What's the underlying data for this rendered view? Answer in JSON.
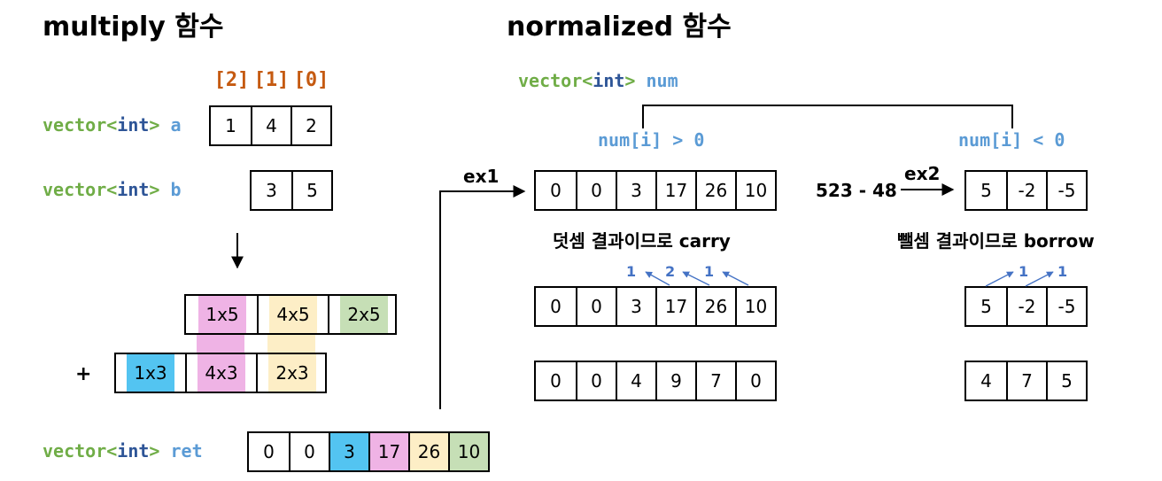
{
  "titles": {
    "left": "multiply 함수",
    "right": "normalized 함수"
  },
  "multiply": {
    "index_labels": [
      "[2]",
      "[1]",
      "[0]"
    ],
    "a": {
      "type": "vector",
      "lt": "<",
      "int": "int",
      "gt": ">",
      "name": "a",
      "values": [
        "1",
        "4",
        "2"
      ]
    },
    "b": {
      "type": "vector",
      "lt": "<",
      "int": "int",
      "gt": ">",
      "name": "b",
      "values": [
        "3",
        "5"
      ]
    },
    "row1": [
      "1x5",
      "4x5",
      "2x5"
    ],
    "row2": [
      "1x3",
      "4x3",
      "2x3"
    ],
    "plus": "+",
    "ret": {
      "type": "vector",
      "lt": "<",
      "int": "int",
      "gt": ">",
      "name": "ret",
      "values": [
        "0",
        "0",
        "3",
        "17",
        "26",
        "10"
      ]
    }
  },
  "normalized": {
    "num_label": {
      "type": "vector",
      "lt": "<",
      "int": "int",
      "gt": ">",
      "name": "num"
    },
    "branch_pos": "num[i] > 0",
    "branch_neg": "num[i] < 0",
    "ex1": "ex1",
    "ex2": "ex2",
    "ex2_expr": "523 - 48",
    "pos": {
      "row1": [
        "0",
        "0",
        "3",
        "17",
        "26",
        "10"
      ],
      "caption": "덧셈 결과이므로 carry",
      "carries": [
        "1",
        "2",
        "1"
      ],
      "row2": [
        "0",
        "0",
        "3",
        "17",
        "26",
        "10"
      ],
      "row3": [
        "0",
        "0",
        "4",
        "9",
        "7",
        "0"
      ]
    },
    "neg": {
      "row1": [
        "5",
        "-2",
        "-5"
      ],
      "caption": "뺄셈 결과이므로 borrow",
      "borrows": [
        "1",
        "1"
      ],
      "row2": [
        "5",
        "-2",
        "-5"
      ],
      "row3": [
        "4",
        "7",
        "5"
      ]
    }
  },
  "colors": {
    "var": "#70ad47",
    "keyword": "#2e5597",
    "name": "#5b9bd5",
    "index": "#c55a11",
    "blue": "#53c4f1",
    "pink": "#efb3e5",
    "yellow": "#fdeec6",
    "green": "#c6dfb6",
    "arrow": "#4472c4"
  }
}
